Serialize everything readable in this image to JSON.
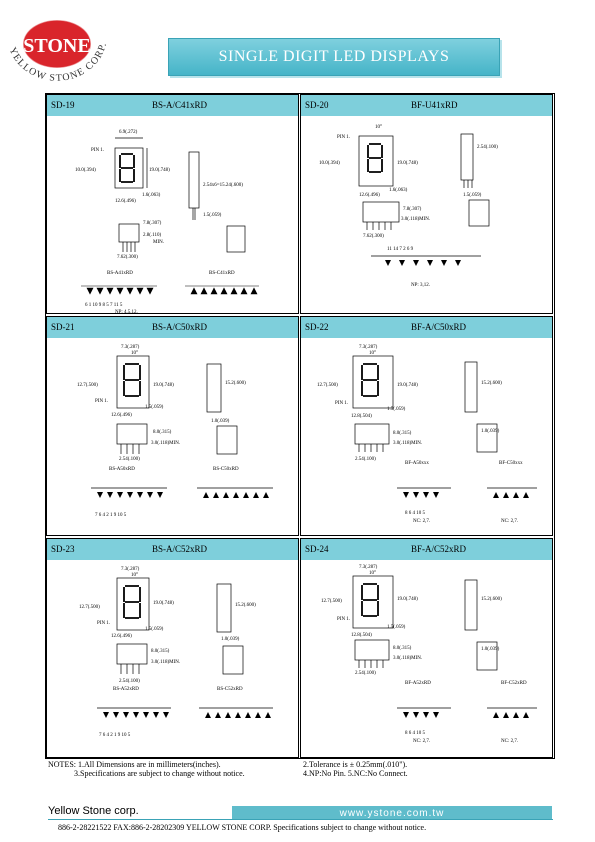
{
  "brand": {
    "logo_text": "STONE",
    "arc_text": "YELLOW STONE CORP.",
    "color_red": "#d9252b",
    "color_teal": "#45b4c8"
  },
  "banner": {
    "title": "SINGLE DIGIT LED DISPLAYS"
  },
  "panels": [
    {
      "code": "SD-19",
      "model": "BS-A/C41xRD",
      "dims": [
        "6.9(.272)",
        "10.0(.394)",
        "19.0(.748)",
        "12.6(.496)",
        "1.6(.063)",
        "2.54x6=15.24(.600)",
        "1.5(.059)",
        "7.8(.307)",
        "2.8(.110)",
        "MIN.",
        "7.62(.300)",
        "PIN 1."
      ],
      "circuits": [
        "BS-A41xRD",
        "BS-C41xRD"
      ],
      "pins": "6 1 10 9 8 5 7 11 5",
      "note": "NP: 4,5,12."
    },
    {
      "code": "SD-20",
      "model": "BF-U41xRD",
      "dims": [
        "10°",
        "10.0(.394)",
        "19.0(.748)",
        "12.6(.496)",
        "1.6(.063)",
        "2.54(.100)",
        "1.5(.059)",
        "7.8(.307)",
        "3.0(.118)MIN.",
        "7.62(.300)",
        "PIN 1."
      ],
      "pins": "11 14 7 2 6 9",
      "note": "NP: 3,12."
    },
    {
      "code": "SD-21",
      "model": "BS-A/C50xRD",
      "dims": [
        "7.3(.287)",
        "10°",
        "12.7(.500)",
        "19.0(.748)",
        "12.6(.496)",
        "1.5(.059)",
        "15.2(.600)",
        "1.0(.039)",
        "8.0(.315)",
        "3.0(.118)MIN.",
        "2.54(.100)",
        "PIN 1."
      ],
      "circuits": [
        "BS-A50xRD",
        "BS-C50xRD"
      ],
      "pins": "7 6 4 2 1 9 10 5"
    },
    {
      "code": "SD-22",
      "model": "BF-A/C50xRD",
      "dims": [
        "7.3(.287)",
        "10°",
        "12.7(.500)",
        "19.0(.748)",
        "12.8(.504)",
        "1.5(.059)",
        "15.2(.600)",
        "1.0(.039)",
        "8.0(.315)",
        "3.0(.118)MIN.",
        "2.54(.100)",
        "PIN 1."
      ],
      "circuits": [
        "BF-A50xxx",
        "BF-C50xxx"
      ],
      "pins": "8 6 4 10 5",
      "note": "NC: 2,7."
    },
    {
      "code": "SD-23",
      "model": "BS-A/C52xRD",
      "dims": [
        "7.3(.287)",
        "10°",
        "12.7(.500)",
        "19.0(.748)",
        "12.6(.496)",
        "1.5(.059)",
        "15.2(.600)",
        "1.0(.039)",
        "8.0(.315)",
        "3.0(.118)MIN.",
        "2.54(.100)",
        "PIN 1."
      ],
      "circuits": [
        "BS-A52xRD",
        "BS-C52xRD"
      ],
      "pins": "7 6 4 2 1 9 10 5"
    },
    {
      "code": "SD-24",
      "model": "BF-A/C52xRD",
      "dims": [
        "7.3(.287)",
        "10°",
        "12.7(.500)",
        "19.0(.748)",
        "12.8(.504)",
        "1.5(.059)",
        "15.2(.600)",
        "1.0(.039)",
        "8.0(.315)",
        "3.0(.118)MIN.",
        "2.54(.100)",
        "PIN 1."
      ],
      "circuits": [
        "BF-A52xRD",
        "BF-C52xRD"
      ],
      "pins": "8 6 4 10 5",
      "note": "NC: 2,7."
    }
  ],
  "notes": {
    "n1": "NOTES: 1.All  Dimensions  are  in  millimeters(inches).",
    "n2": "2.Tolerance  is ± 0.25mm(.010\").",
    "n3": "3.Specifications  are  subject  to  change  without  notice.",
    "n4": "4.NP:No Pin.       5.NC:No  Connect."
  },
  "footer": {
    "company": "Yellow Stone corp.",
    "website": "www.ystone.com.tw",
    "info": "886-2-28221522 FAX:886-2-28202309    YELLOW  STONE CORP. Specifications subject to change without notice."
  }
}
